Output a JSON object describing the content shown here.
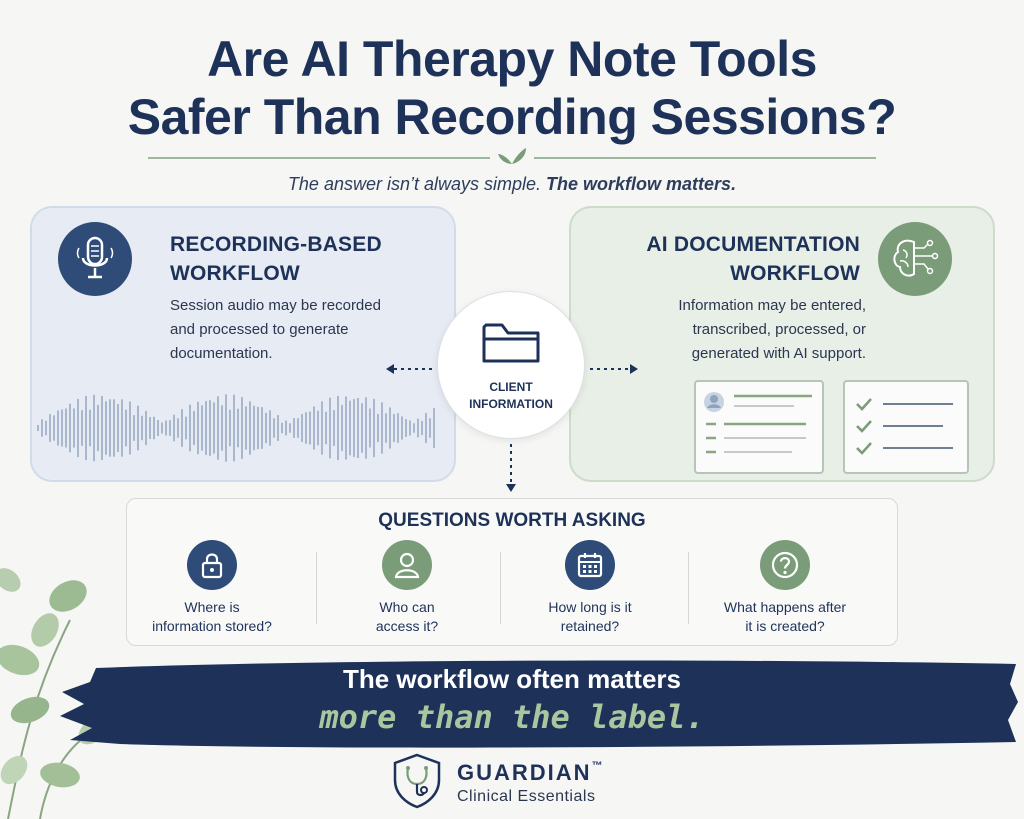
{
  "title": {
    "line1": "Are AI Therapy Note Tools",
    "line2": "Safer Than Recording Sessions?"
  },
  "tagline": {
    "regular": "The answer isn’t always simple.",
    "bold": "The workflow matters."
  },
  "left_panel": {
    "heading_line1": "RECORDING-BASED",
    "heading_line2": "WORKFLOW",
    "text_line1": "Session audio may be recorded",
    "text_line2": "and processed to generate",
    "text_line3": "documentation.",
    "icon": "microphone-icon"
  },
  "right_panel": {
    "heading_line1": "AI DOCUMENTATION",
    "heading_line2": "WORKFLOW",
    "text_line1": "Information may be entered,",
    "text_line2": "transcribed, processed, or",
    "text_line3": "generated with AI support.",
    "icon": "brain-circuit-icon"
  },
  "center": {
    "label_line1": "CLIENT",
    "label_line2": "INFORMATION",
    "icon": "folder-icon"
  },
  "questions": {
    "heading": "QUESTIONS WORTH ASKING",
    "items": [
      {
        "line1": "Where is",
        "line2": "information stored?",
        "icon": "lock-icon",
        "color": "#2f4b78"
      },
      {
        "line1": "Who can",
        "line2": "access it?",
        "icon": "person-icon",
        "color": "#7a9c78"
      },
      {
        "line1": "How long is it",
        "line2": "retained?",
        "icon": "calendar-icon",
        "color": "#2f4b78"
      },
      {
        "line1": "What happens after",
        "line2": "it is created?",
        "icon": "question-icon",
        "color": "#7a9c78"
      }
    ]
  },
  "banner": {
    "line1": "The workflow often matters",
    "line2": "more than the label."
  },
  "brand": {
    "name": "GUARDIAN",
    "trademark": "™",
    "subtitle": "Clinical Essentials",
    "icon": "shield-stethoscope-icon"
  },
  "colors": {
    "navy": "#1e3259",
    "sage": "#7a9c78",
    "background": "#f6f6f4"
  }
}
